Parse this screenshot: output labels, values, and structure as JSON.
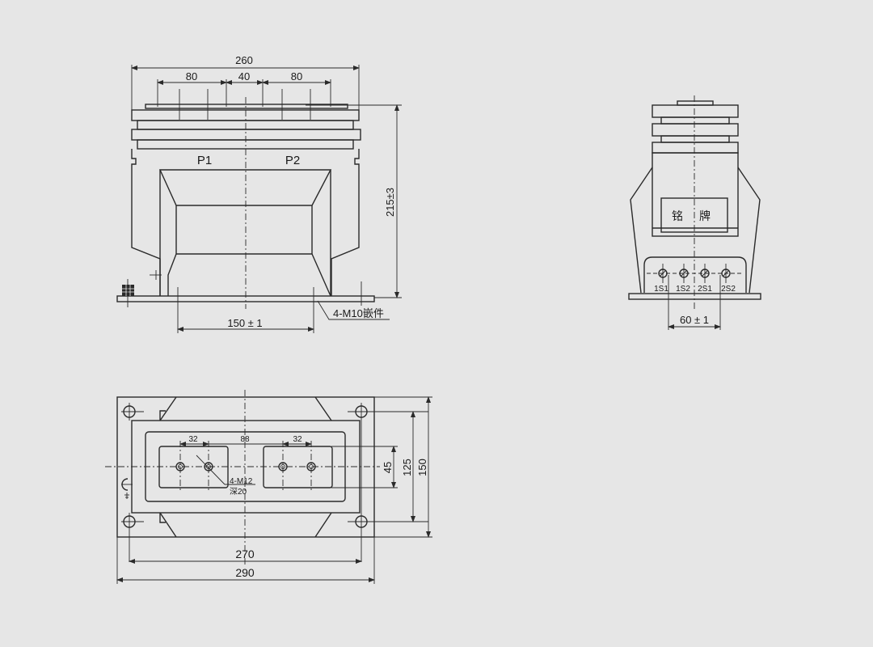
{
  "drawing": {
    "title": "Current transformer outline dimension drawing",
    "background_color": "#e6e6e6",
    "line_color": "#2a2a2a"
  },
  "front_view": {
    "dims": {
      "overall_width": "260",
      "left_terminal_width": "80",
      "center_gap": "40",
      "right_terminal_width": "80",
      "height": "215±3",
      "mount_spacing": "150 ± 1"
    },
    "labels": {
      "primary_1": "P1",
      "primary_2": "P2",
      "insert_note": "4-M10嵌件"
    }
  },
  "side_view": {
    "nameplate": [
      "铭",
      "牌"
    ],
    "terminals": [
      "1S1",
      "1S2",
      "2S1",
      "2S2"
    ],
    "dims": {
      "terminal_spacing": "60 ± 1"
    }
  },
  "top_view": {
    "dims": {
      "hole_pitch_left": "32",
      "center_pitch": "88",
      "hole_pitch_right": "32",
      "pad_height": "45",
      "mount_pitch_vertical": "125",
      "overall_depth": "150",
      "mount_pitch_horizontal": "270",
      "overall_length": "290"
    },
    "labels": {
      "thread_note": "4-M12",
      "depth_note": "深20"
    }
  }
}
